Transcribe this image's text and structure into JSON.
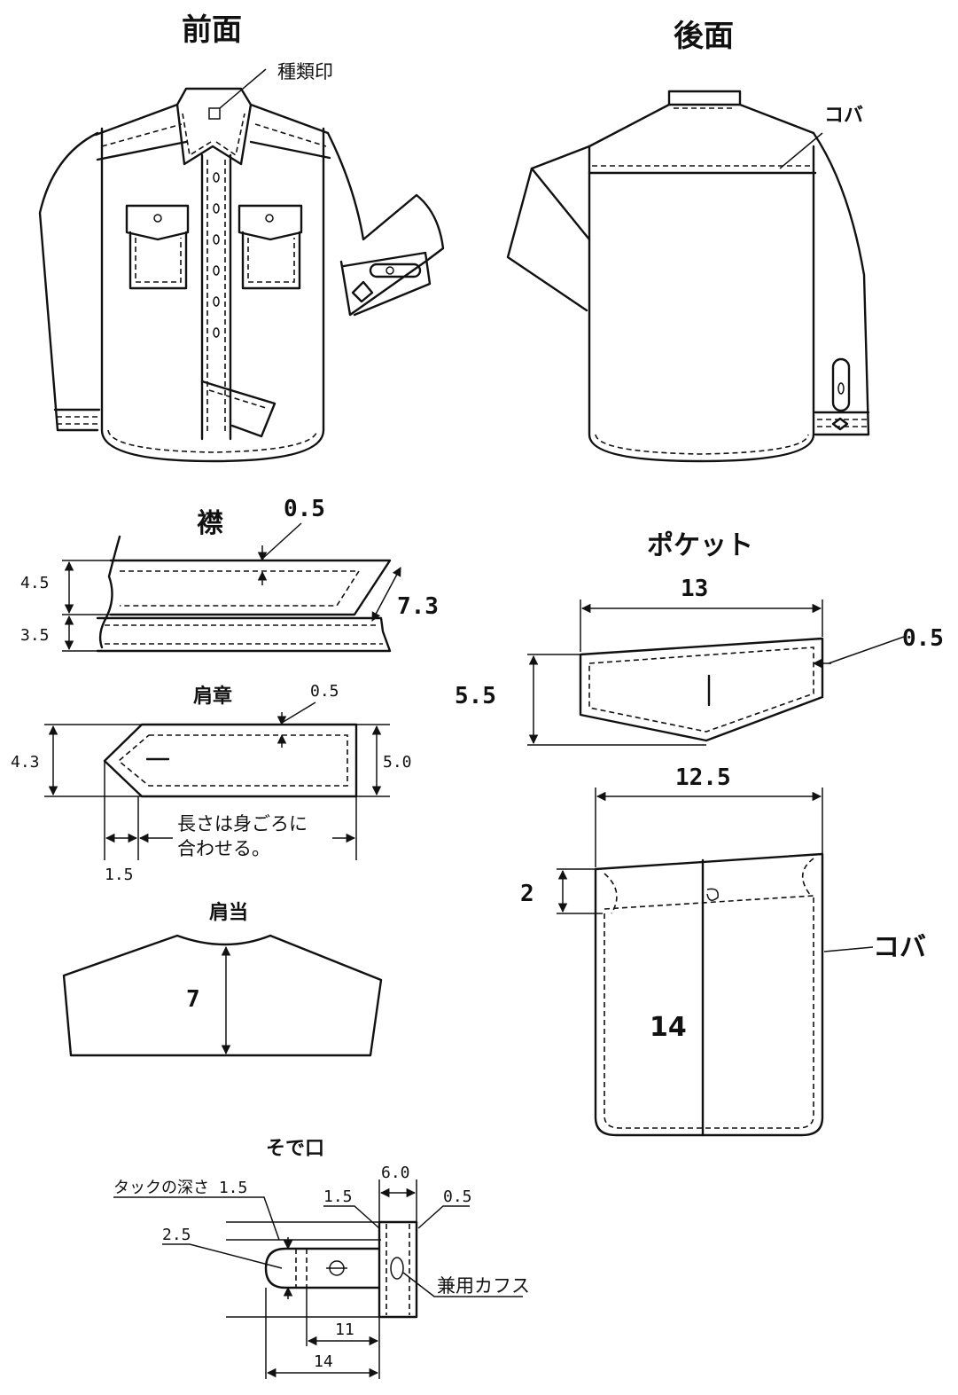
{
  "views": {
    "front_title": "前面",
    "back_title": "後面",
    "type_mark": "種類印",
    "koba_back": "コバ"
  },
  "collar": {
    "title": "襟",
    "stitch": "0.5",
    "height_upper": "4.5",
    "height_lower": "3.5",
    "point": "7.3"
  },
  "epaulet": {
    "title": "肩章",
    "stitch": "0.5",
    "height": "4.3",
    "height_right": "5.0",
    "point": "1.5",
    "note_line1": "長さは身ごろに",
    "note_line2": "合わせる。"
  },
  "yoke": {
    "title": "肩当",
    "depth": "7"
  },
  "pocket": {
    "title": "ポケット",
    "flap_width": "13",
    "flap_stitch": "0.5",
    "flap_height": "5.5",
    "body_width": "12.5",
    "pleat_top": "2",
    "body_height": "14",
    "koba": "コバ"
  },
  "cuff": {
    "title": "そで口",
    "tuck_depth": "タックの深さ 1.5",
    "dim_25": "2.5",
    "dim_15": "1.5",
    "dim_60": "6.0",
    "dim_05": "0.5",
    "dim_11": "11",
    "dim_14": "14",
    "combo_cuff": "兼用カフス"
  }
}
